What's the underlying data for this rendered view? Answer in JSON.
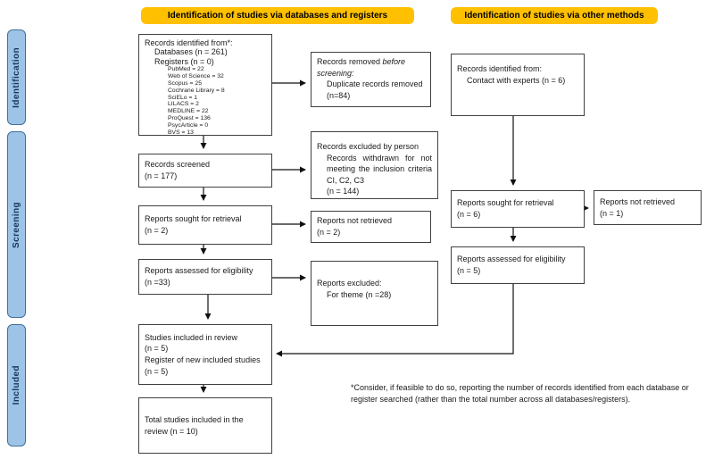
{
  "colors": {
    "header_bg": "#FFC000",
    "sidebar_bg": "#9DC3E6",
    "sidebar_border": "#41719C",
    "box_border": "#404040",
    "arrow": "#111111"
  },
  "headers": {
    "databases": "Identification of studies via databases and registers",
    "other": "Identification of studies via other methods"
  },
  "sidebar": {
    "identification": "Identification",
    "screening": "Screening",
    "included": "Included"
  },
  "left_column": {
    "records_identified": {
      "line1": "Records identified from*:",
      "line2": "Databases (n = 261)",
      "line3": "Registers (n = 0)",
      "sources": [
        "PubMed = 22",
        "Web of Science = 32",
        "Scopus = 25",
        "Cochrane Library = 8",
        "SciELo = 1",
        "LILACS = 2",
        "MEDLINE = 22",
        "ProQuest = 136",
        "PsycArticle = 0",
        "BVS = 13"
      ]
    },
    "records_screened": {
      "label": "Records screened",
      "count": "(n = 177)"
    },
    "reports_sought": {
      "label": "Reports sought for retrieval",
      "count": "(n = 2)"
    },
    "reports_assessed": {
      "label": "Reports assessed for eligibility",
      "count": "(n =33)"
    },
    "studies_included": {
      "line1": "Studies included in review",
      "count1": "(n = 5)",
      "line2": "Register of new included studies",
      "count2": "(n = 5)"
    },
    "total_studies": {
      "label": "Total studies included in the review (n = 10)"
    }
  },
  "middle_column": {
    "records_removed": {
      "prefix": "Records removed ",
      "italic": "before screening:",
      "detail": "Duplicate records removed",
      "count": "(n=84)"
    },
    "records_excluded": {
      "title": "Records excluded by person",
      "detail": "Records withdrawn for not meeting the inclusion criteria CI, C2, C3",
      "count": "(n = 144)"
    },
    "reports_not_retrieved": {
      "label": "Reports not retrieved",
      "count": "(n = 2)"
    },
    "reports_excluded": {
      "title": "Reports excluded:",
      "detail": "For theme (n =28)"
    }
  },
  "right_column": {
    "records_identified": {
      "title": "Records identified from:",
      "detail": "Contact with experts (n = 6)"
    },
    "reports_sought": {
      "label": "Reports sought for retrieval",
      "count": "(n = 6)"
    },
    "reports_not_retrieved": {
      "label": "Reports not retrieved",
      "count": "(n = 1)"
    },
    "reports_assessed": {
      "label": "Reports assessed for eligibility",
      "count": "(n = 5)"
    }
  },
  "footnote": "*Consider, if feasible to do so, reporting the number of records identified from each database or register searched (rather than the total number across all databases/registers)."
}
